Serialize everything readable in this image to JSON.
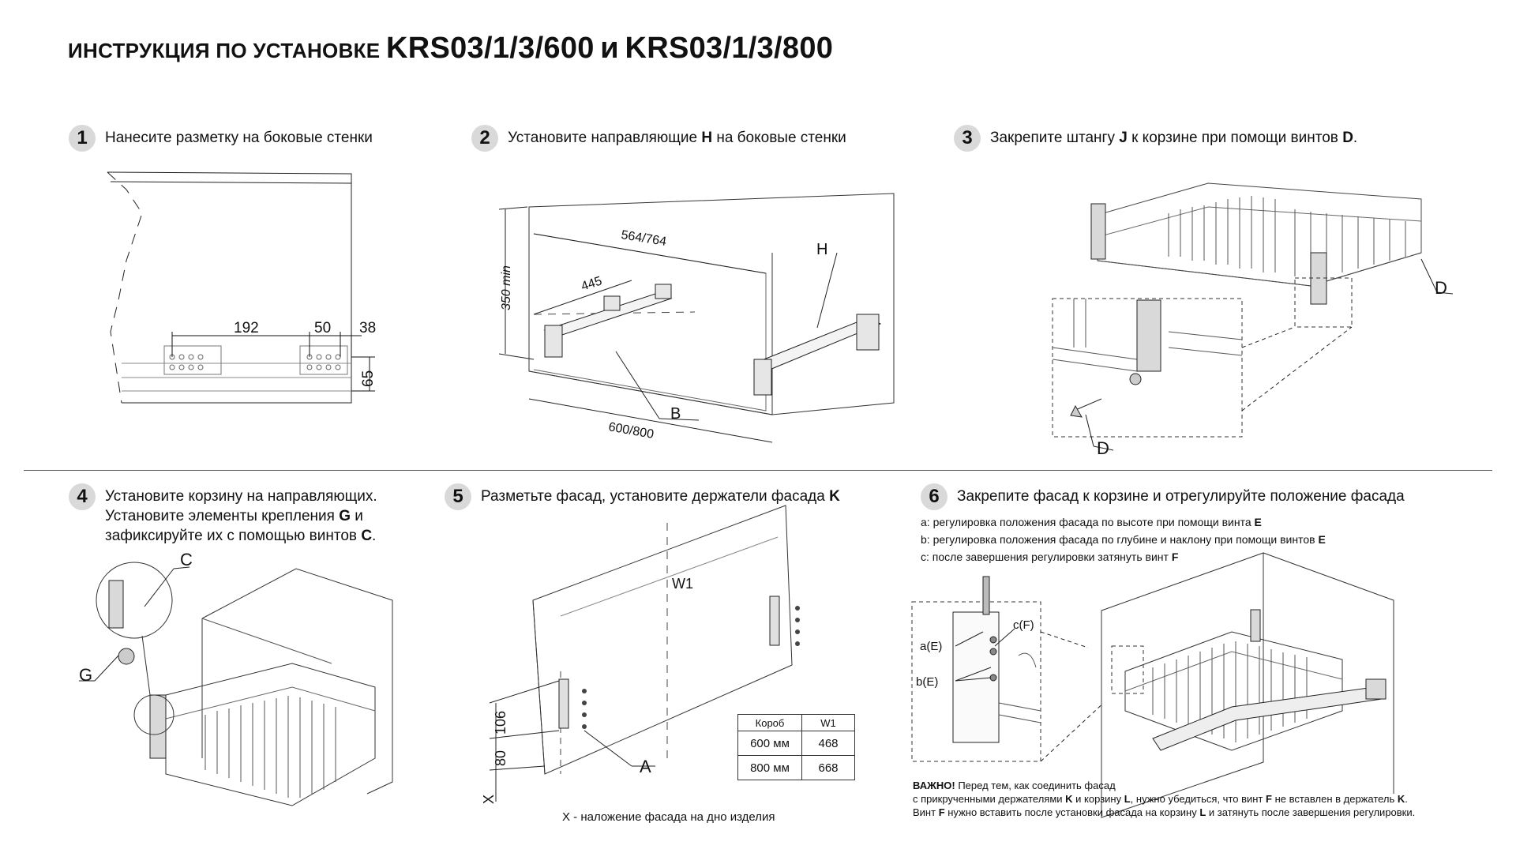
{
  "title": {
    "prefix": "ИНСТРУКЦИЯ ПО УСТАНОВКЕ",
    "model_a": "KRS03/1/3/600",
    "conj": "и",
    "model_b": "KRS03/1/3/800"
  },
  "steps": [
    {
      "num": "1",
      "text": "Нанесите разметку на боковые стенки"
    },
    {
      "num": "2",
      "pre": "Установите направляющие ",
      "key": "H",
      "post": " на боковые стенки"
    },
    {
      "num": "3",
      "pre": "Закрепите штангу ",
      "key": "J",
      "mid": " к корзине при помощи винтов ",
      "key2": "D",
      "post": "."
    },
    {
      "num": "4",
      "line1": "Установите корзину на направляющих.",
      "line2_pre": "Установите элементы крепления ",
      "line2_key": "G",
      "line2_post": " и",
      "line3_pre": "зафиксируйте их с помощью винтов ",
      "line3_key": "C",
      "line3_post": "."
    },
    {
      "num": "5",
      "pre": "Разметьте фасад, установите держатели фасада ",
      "key": "K"
    },
    {
      "num": "6",
      "text": "Закрепите фасад к корзине и отрегулируйте положение фасада"
    }
  ],
  "fig1": {
    "dim_192": "192",
    "dim_50": "50",
    "dim_38": "38",
    "dim_65": "65"
  },
  "fig2": {
    "dim_height": "350 min",
    "dim_depth_inner": "564/764",
    "dim_445": "445",
    "dim_depth": "600/800",
    "label_h": "H",
    "label_b": "B"
  },
  "fig3": {
    "label_d1": "D",
    "label_d2": "D"
  },
  "fig4": {
    "label_c": "C",
    "label_g": "G"
  },
  "fig5": {
    "label_w1": "W1",
    "dim_106": "106",
    "dim_80": "80",
    "label_x": "X",
    "label_a": "A",
    "caption": "X - наложение фасада на дно изделия",
    "table": {
      "headers": [
        "Короб",
        "W1"
      ],
      "rows": [
        [
          "600 мм",
          "468"
        ],
        [
          "800 мм",
          "668"
        ]
      ]
    }
  },
  "fig6": {
    "notes": [
      {
        "pre": "a: регулировка положения фасада по высоте при помощи винта ",
        "key": "E"
      },
      {
        "pre": "b: регулировка положения фасада по глубине и наклону при помощи винтов ",
        "key": "E"
      },
      {
        "pre": "c: после завершения регулировки затянуть винт ",
        "key": "F"
      }
    ],
    "label_aE": "a(E)",
    "label_bE": "b(E)",
    "label_cF": "c(F)",
    "important": {
      "head": "ВАЖНО!",
      "l1": " Перед тем, как соединить фасад",
      "l2_a": "с прикрученными держателями ",
      "l2_k": "K",
      "l2_b": " и корзину ",
      "l2_l": "L",
      "l2_c": ", нужно убедиться, что винт ",
      "l2_f": "F",
      "l2_d": " не вставлен в держатель ",
      "l2_k2": "K",
      "l2_e": ".",
      "l3_a": "Винт ",
      "l3_f": "F",
      "l3_b": " нужно вставить после установки фасада на корзину ",
      "l3_l": "L",
      "l3_c": " и затянуть после завершения регулировки."
    }
  }
}
